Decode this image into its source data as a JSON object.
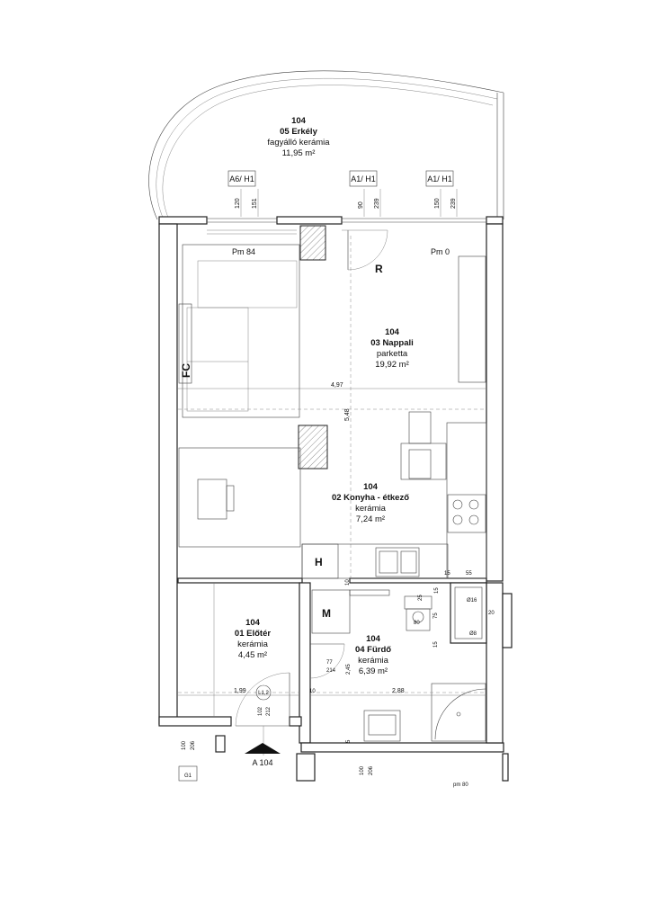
{
  "rooms": [
    {
      "id": "balcony",
      "number": "104",
      "name": "05 Erkély",
      "material": "fagyálló kerámia",
      "area": "11,95 m²"
    },
    {
      "id": "living",
      "number": "104",
      "name": "03 Nappali",
      "material": "parketta",
      "area": "19,92 m²"
    },
    {
      "id": "kitchen",
      "number": "104",
      "name": "02 Konyha - étkező",
      "material": "kerámia",
      "area": "7,24 m²"
    },
    {
      "id": "hall",
      "number": "104",
      "name": "01 Előtér",
      "material": "kerámia",
      "area": "4,45 m²"
    },
    {
      "id": "bath",
      "number": "104",
      "name": "04 Fürdő",
      "material": "kerámia",
      "area": "6,39 m²"
    }
  ],
  "window_tags": [
    "A6/ H1",
    "A1/ H1",
    "A1/ H1"
  ],
  "window_dims": [
    {
      "a": "120",
      "b": "151"
    },
    {
      "a": "90",
      "b": "239"
    },
    {
      "a": "150",
      "b": "239"
    }
  ],
  "level_marks": [
    "Pm 84",
    "Pm 0"
  ],
  "symbols": {
    "radiator": "R",
    "fan_coil": "FC",
    "fridge": "H",
    "washer": "M"
  },
  "dimensions": {
    "living_width": "4,97",
    "living_depth": "5,48",
    "hall_width": "1,99",
    "bath_width": "2,88",
    "d10a": "10",
    "d10b": "10",
    "d15a": "15",
    "d55": "55",
    "d25": "25",
    "d15b": "15",
    "d80": "80",
    "d75": "75",
    "d15c": "15",
    "phi16": "Ø16",
    "d20": "20",
    "phi8": "Ø8",
    "d77": "77",
    "d214": "214",
    "d245": "2,45",
    "d5": "5",
    "d102": "102",
    "d212": "212",
    "sill_left_a": "100",
    "sill_left_b": "206",
    "sill_right_a": "100",
    "sill_right_b": "206",
    "pm_bottom": "pm 80"
  },
  "door_tag": "L1,2",
  "section_mark": "A 104",
  "grid_tag": "G1",
  "colors": {
    "line": "#222222",
    "background": "#ffffff"
  }
}
